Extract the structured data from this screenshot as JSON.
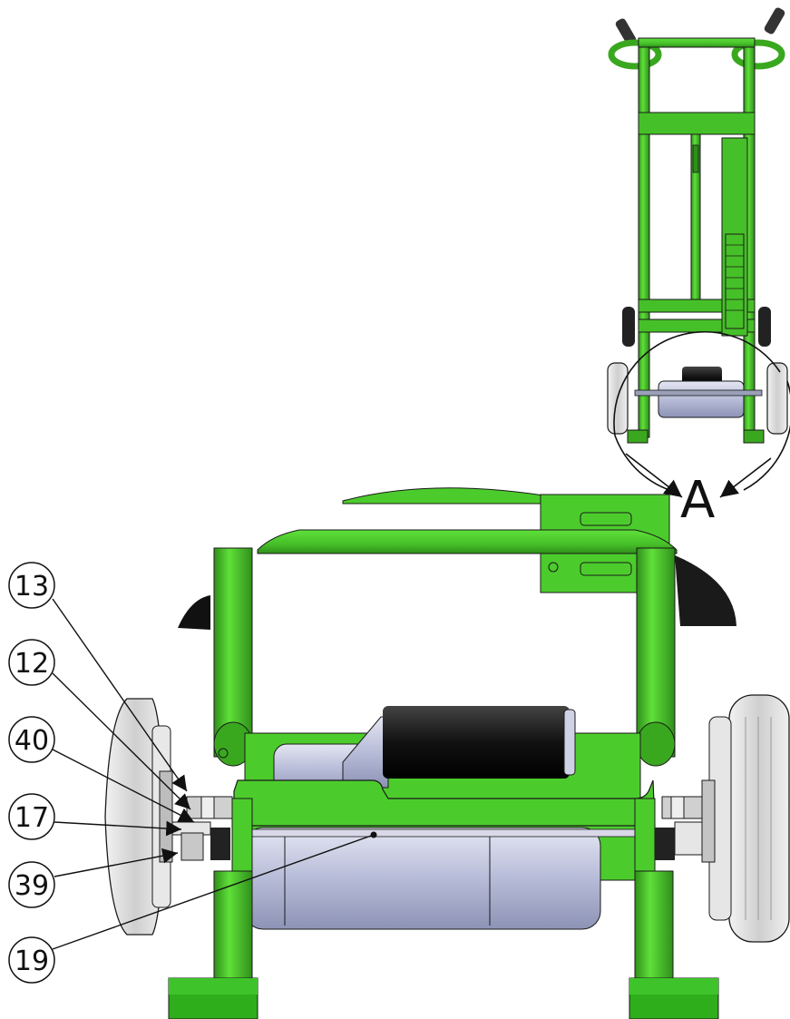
{
  "view_label": "A",
  "callouts": [
    {
      "id": "c13",
      "label": "13"
    },
    {
      "id": "c12",
      "label": "12"
    },
    {
      "id": "c40",
      "label": "40"
    },
    {
      "id": "c17",
      "label": "17"
    },
    {
      "id": "c39",
      "label": "39"
    },
    {
      "id": "c19",
      "label": "19"
    }
  ],
  "colors": {
    "frame_green": "#4ccc2c",
    "frame_dark": "#2f8f1a",
    "tire_gray": "#d9d9d9",
    "motor_gray": "#bfc4df",
    "motor_black": "#111111",
    "outline": "#1a1a1a"
  }
}
